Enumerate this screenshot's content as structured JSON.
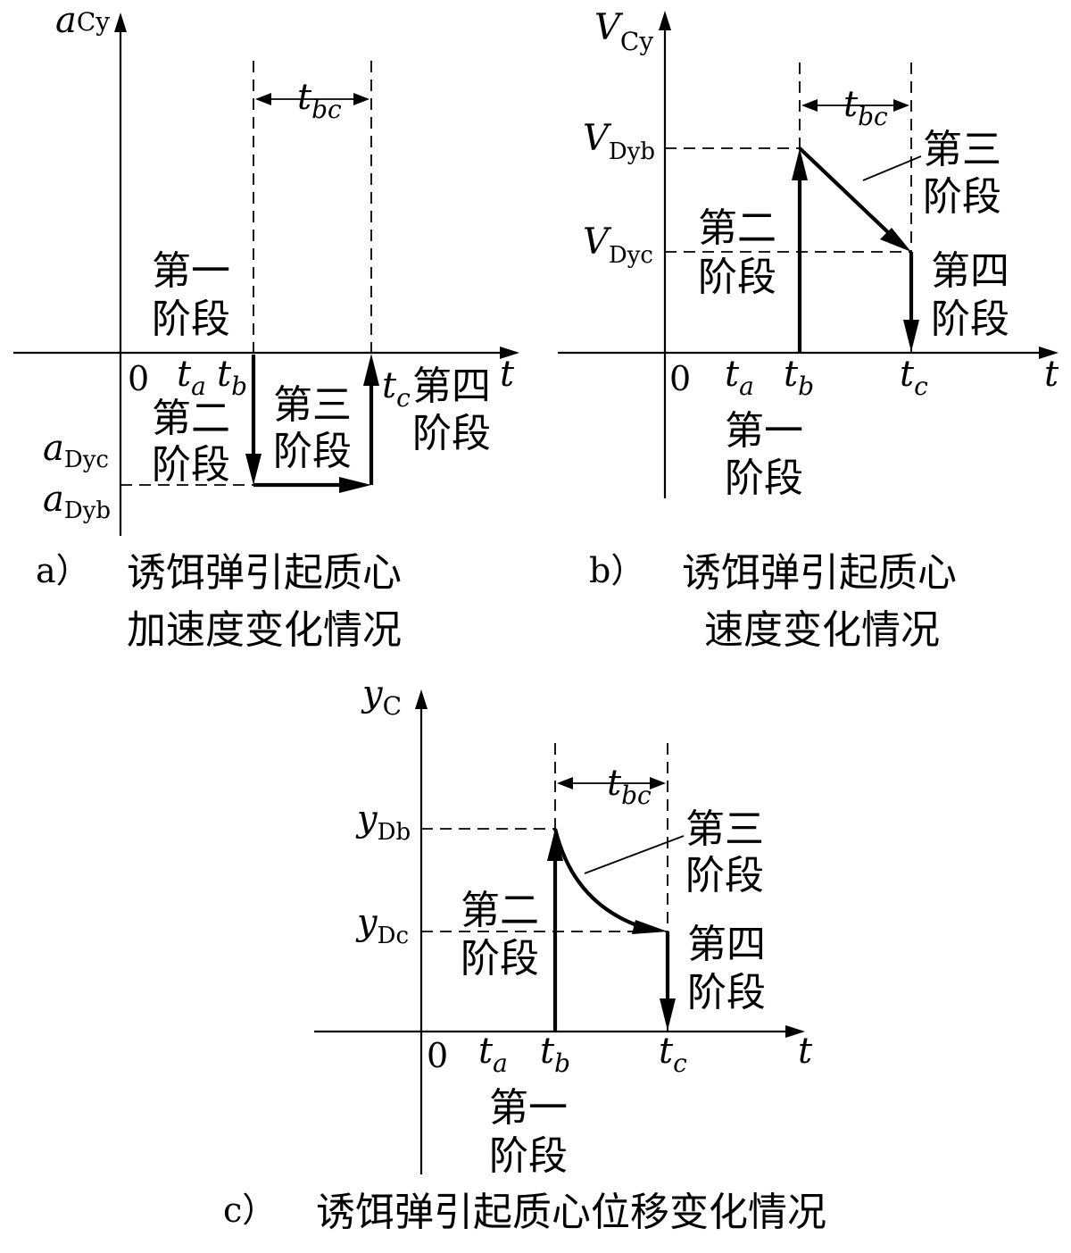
{
  "panel_a": {
    "y_axis_main": "a",
    "y_axis_sub": "Cy",
    "x_axis": "t",
    "origin": "0",
    "t_a": {
      "main": "t",
      "sub": "a"
    },
    "t_b": {
      "main": "t",
      "sub": "b"
    },
    "t_c": {
      "main": "t",
      "sub": "c"
    },
    "t_bc": {
      "main": "t",
      "sub": "bc"
    },
    "a_dyc": {
      "main": "a",
      "sub": "Dyc"
    },
    "a_dyb": {
      "main": "a",
      "sub": "Dyb"
    },
    "stage1": [
      "第一",
      "阶段"
    ],
    "stage2": [
      "第二",
      "阶段"
    ],
    "stage3": [
      "第三",
      "阶段"
    ],
    "stage4": [
      "第四",
      "阶段"
    ],
    "caption_label": "a）",
    "caption_lines": [
      "诱饵弹引起质心",
      "加速度变化情况"
    ]
  },
  "panel_b": {
    "y_axis_main": "V",
    "y_axis_sub": "Cy",
    "x_axis": "t",
    "origin": "0",
    "t_a": {
      "main": "t",
      "sub": "a"
    },
    "t_b": {
      "main": "t",
      "sub": "b"
    },
    "t_c": {
      "main": "t",
      "sub": "c"
    },
    "t_bc": {
      "main": "t",
      "sub": "bc"
    },
    "v_dyb": {
      "main": "V",
      "sub": "Dyb"
    },
    "v_dyc": {
      "main": "V",
      "sub": "Dyc"
    },
    "stage1": [
      "第一",
      "阶段"
    ],
    "stage2": [
      "第二",
      "阶段"
    ],
    "stage3": [
      "第三",
      "阶段"
    ],
    "stage4": [
      "第四",
      "阶段"
    ],
    "caption_label": "b）",
    "caption_lines": [
      "诱饵弹引起质心",
      "速度变化情况"
    ]
  },
  "panel_c": {
    "y_axis_main": "y",
    "y_axis_sub": "C",
    "x_axis": "t",
    "origin": "0",
    "t_a": {
      "main": "t",
      "sub": "a"
    },
    "t_b": {
      "main": "t",
      "sub": "b"
    },
    "t_c": {
      "main": "t",
      "sub": "c"
    },
    "t_bc": {
      "main": "t",
      "sub": "bc"
    },
    "y_db": {
      "main": "y",
      "sub": "Db"
    },
    "y_dc": {
      "main": "y",
      "sub": "Dc"
    },
    "stage1": [
      "第一",
      "阶段"
    ],
    "stage2": [
      "第二",
      "阶段"
    ],
    "stage3": [
      "第三",
      "阶段"
    ],
    "stage4": [
      "第四",
      "阶段"
    ],
    "caption_label": "c）",
    "caption_line": "诱饵弹引起质心位移变化情况"
  }
}
